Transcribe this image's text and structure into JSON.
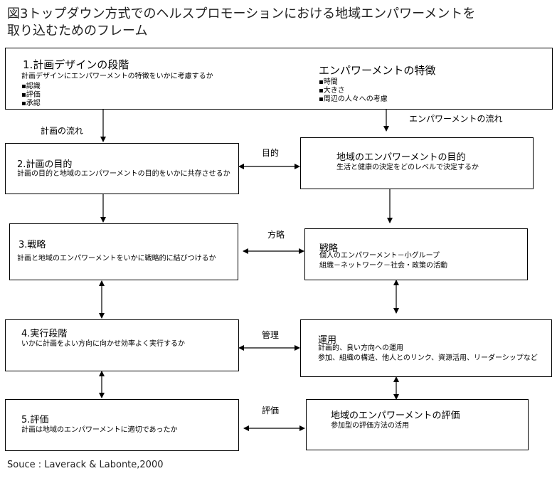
{
  "title": {
    "line1": "図3トップダウン方式でのヘルスプロモーションにおける地域エンパワーメントを",
    "line2": "取り込むためのフレーム"
  },
  "top_box": {
    "heading": "1.計画デザインの段階",
    "question": "計画デザインにエンパワーメントの特徴をいかに考慮するか",
    "items": [
      "▪認識",
      "▪評価",
      "▪承認"
    ],
    "empowerment_heading": "エンパワーメントの特徴",
    "empowerment_items": [
      "▪時間",
      "▪大きさ",
      "▪周辺の人々への考慮"
    ]
  },
  "flow_labels": {
    "planning_flow": "計画の流れ",
    "empowerment_flow": "エンパワーメントの流れ"
  },
  "left_boxes": [
    {
      "heading": "2.計画の目的",
      "text": "計画の目的と地域のエンパワーメントの目的をいかに共存させるか"
    },
    {
      "heading": "3.戦略",
      "text": "計画と地域のエンパワーメントをいかに戦略的に結びつけるか"
    },
    {
      "heading": "4.実行段階",
      "text": "いかに計画をよい方向に向かせ効率よく実行するか"
    },
    {
      "heading": "5.評価",
      "text": "計画は地域のエンパワーメントに適切であったか"
    }
  ],
  "connector_labels": [
    "目的",
    "方略",
    "管理",
    "評価"
  ],
  "right_boxes": [
    {
      "heading": "地域のエンパワーメントの目的",
      "lines": [
        "生活と健康の決定をどのレベルで決定するか"
      ]
    },
    {
      "heading": "戦略",
      "lines": [
        "個人のエンパワーメント－小グループ",
        "組織－ネットワーク－社会・政策の活動"
      ]
    },
    {
      "heading": "運用",
      "lines": [
        "計画的、良い方向への運用",
        "参加、組織の構造、他人とのリンク、資源活用、リーダーシップなど"
      ]
    },
    {
      "heading": "地域のエンパワーメントの評価",
      "lines": [
        "参加型の評価方法の活用"
      ]
    }
  ],
  "source": "Souce : Laverack & Labonte,2000"
}
